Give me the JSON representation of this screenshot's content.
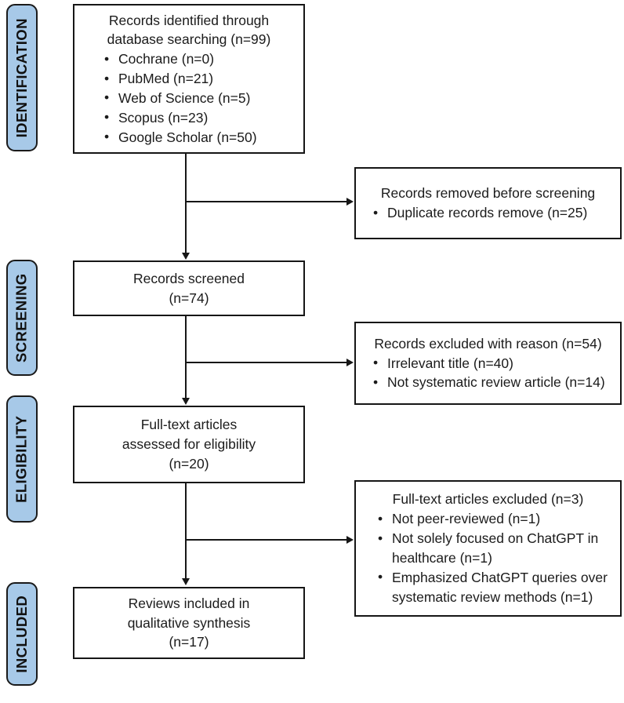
{
  "diagram": {
    "type": "prisma-flow-diagram",
    "accent_color": "#a7c9e8",
    "line_color": "#161616",
    "background_color": "#ffffff"
  },
  "stages": [
    {
      "id": "identification",
      "label": "IDENTIFICATION"
    },
    {
      "id": "screening",
      "label": "SCREENING"
    },
    {
      "id": "eligibility",
      "label": "ELIGIBILITY"
    },
    {
      "id": "included",
      "label": "INCLUDED"
    }
  ],
  "boxes": {
    "records_identified": {
      "heading_line1": "Records identified through",
      "heading_line2": "database searching (n=99)",
      "bullets": [
        "Cochrane (n=0)",
        "PubMed (n=21)",
        "Web of Science (n=5)",
        "Scopus (n=23)",
        "Google Scholar (n=50)"
      ]
    },
    "records_removed": {
      "heading": "Records removed before screening",
      "bullets": [
        "Duplicate records remove (n=25)"
      ]
    },
    "records_screened": {
      "heading_line1": "Records screened",
      "heading_line2": "(n=74)"
    },
    "records_excluded": {
      "heading": "Records excluded with reason (n=54)",
      "bullets": [
        "Irrelevant title (n=40)",
        "Not systematic review article (n=14)"
      ]
    },
    "fulltext_assessed": {
      "heading_line1": "Full-text articles",
      "heading_line2": "assessed for eligibility",
      "heading_line3": "(n=20)"
    },
    "fulltext_excluded": {
      "heading": "Full-text articles excluded (n=3)",
      "bullets": [
        "Not peer-reviewed (n=1)",
        "Not solely focused on ChatGPT in healthcare (n=1)",
        "Emphasized ChatGPT queries over systematic review methods (n=1)"
      ]
    },
    "reviews_included": {
      "heading_line1": "Reviews included in",
      "heading_line2": "qualitative synthesis",
      "heading_line3": "(n=17)"
    }
  }
}
